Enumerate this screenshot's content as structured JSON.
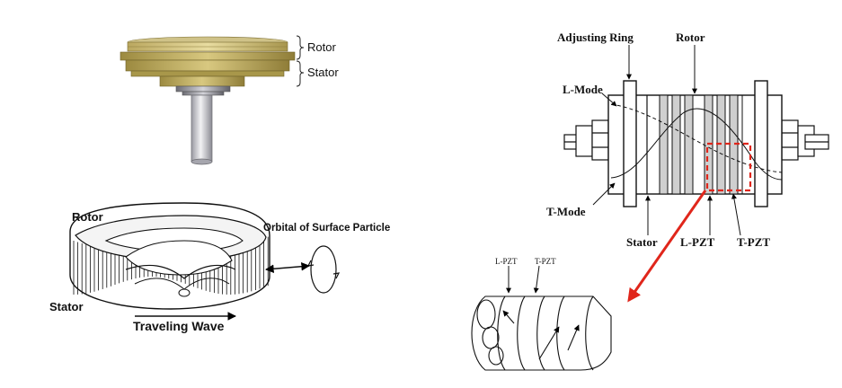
{
  "motor_photo": {
    "rotor_label": "Rotor",
    "stator_label": "Stator"
  },
  "traveling_wave": {
    "rotor_label": "Rotor",
    "stator_label": "Stator",
    "orbital_label": "Orbital of Surface Particle",
    "wave_label": "Traveling Wave"
  },
  "bolted_transducer": {
    "adjusting_ring_label": "Adjusting Ring",
    "rotor_label": "Rotor",
    "l_mode_label": "L-Mode",
    "t_mode_label": "T-Mode",
    "stator_label": "Stator",
    "l_pzt_label": "L-PZT",
    "t_pzt_label": "T-PZT",
    "accent_color": "#e0261b"
  },
  "detail": {
    "l_pzt_label": "L-PZT",
    "t_pzt_label": "T-PZT"
  }
}
